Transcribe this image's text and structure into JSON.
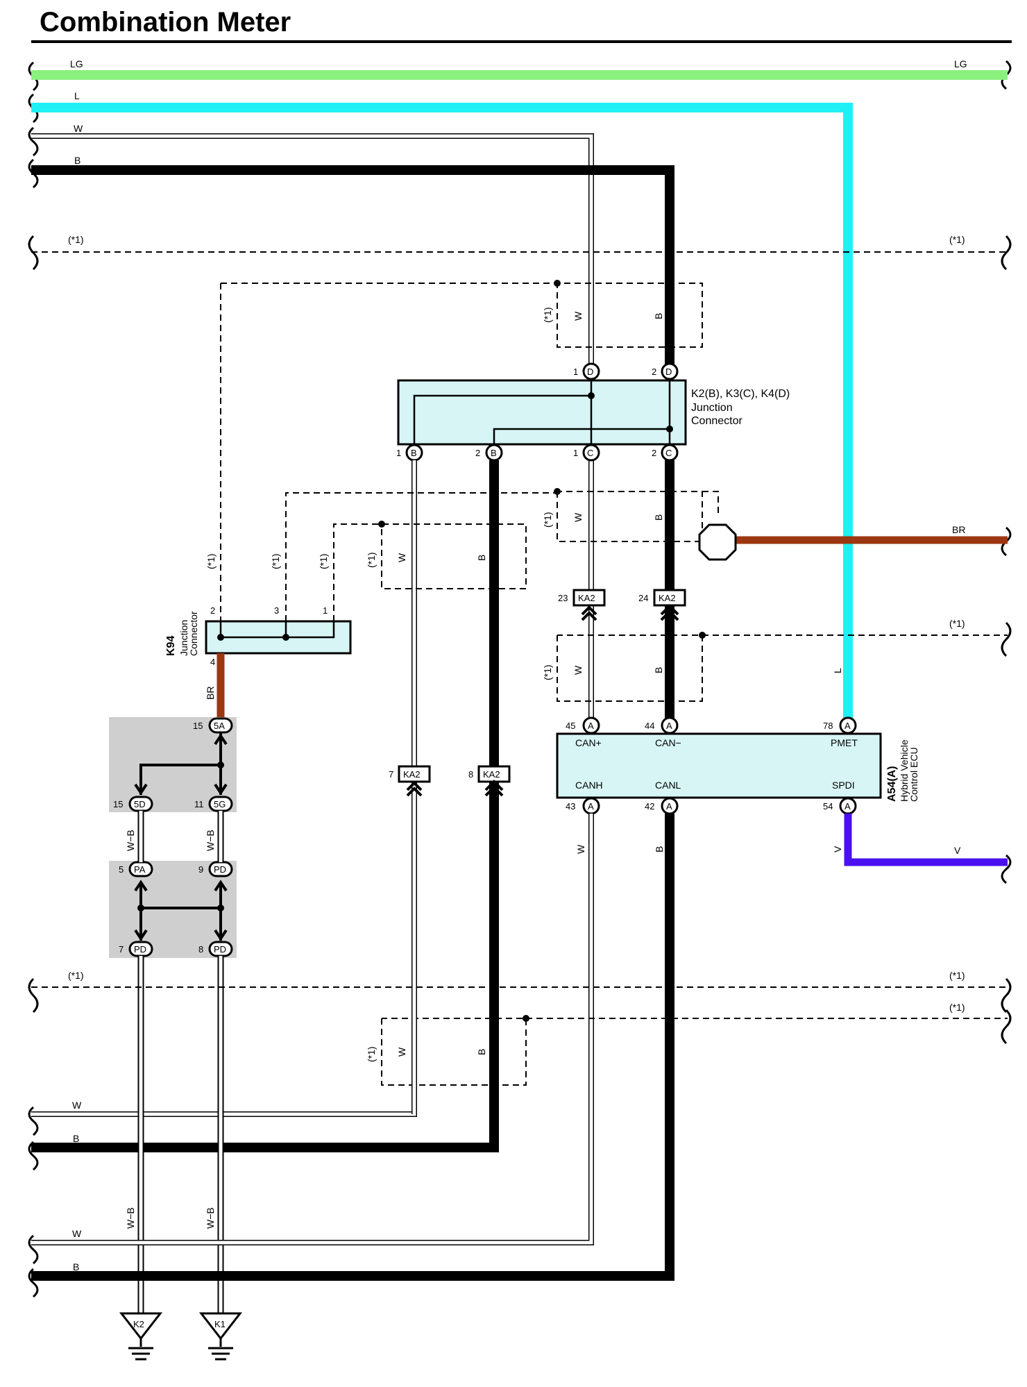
{
  "title": "Combination Meter",
  "bus_lines": {
    "lg": "LG",
    "l": "L",
    "w": "W",
    "b": "B",
    "br": "BR",
    "v": "V",
    "star1": "(*1)"
  },
  "wire_colors": {
    "LG": "#8af07e",
    "L": "#1ff0f5",
    "W": "#ffffff",
    "B": "#000000",
    "BR": "#9b3711",
    "V": "#4a10f0",
    "W-B": "#ffffff"
  },
  "components": {
    "k2k3k4": {
      "id": "K2(B), K3(C), K4(D)",
      "name_line1": "Junction",
      "name_line2": "Connector",
      "pins": {
        "d1": "1",
        "d1_letter": "D",
        "d2": "2",
        "d2_letter": "D",
        "b1": "1",
        "b1_letter": "B",
        "b2": "2",
        "b2_letter": "B",
        "c1": "1",
        "c1_letter": "C",
        "c2": "2",
        "c2_letter": "C"
      }
    },
    "k94": {
      "id": "K94",
      "name_line1": "Junction",
      "name_line2": "Connector",
      "pin2": "2",
      "pin3": "3",
      "pin1": "1",
      "pin4": "4"
    },
    "a54": {
      "id": "A54(A)",
      "name_line1": "Hybrid Vehicle",
      "name_line2": "Control ECU",
      "pin45": "45",
      "pin44": "44",
      "pin78": "78",
      "pin43": "43",
      "pin42": "42",
      "pin54": "54",
      "pin_letter": "A",
      "can_plus": "CAN+",
      "can_minus": "CAN−",
      "pmet": "PMET",
      "canh": "CANH",
      "canl": "CANL",
      "spdi": "SPDI"
    },
    "ka2": {
      "label": "KA2",
      "p23": "23",
      "p24": "24",
      "p7": "7",
      "p8": "8"
    },
    "splices": {
      "s15": "15",
      "s5a": "5A",
      "s15b": "15",
      "s5d": "5D",
      "s11": "11",
      "s5g": "5G",
      "s5": "5",
      "spa": "PA",
      "s9": "9",
      "spd1": "PD",
      "s7": "7",
      "spd2": "PD",
      "s8": "8",
      "spd3": "PD"
    },
    "grounds": {
      "k2": "K2",
      "k1": "K1"
    }
  },
  "wire_labels": {
    "wb": "W−B",
    "w": "W",
    "b": "B",
    "br": "BR",
    "l": "L",
    "v": "V"
  }
}
